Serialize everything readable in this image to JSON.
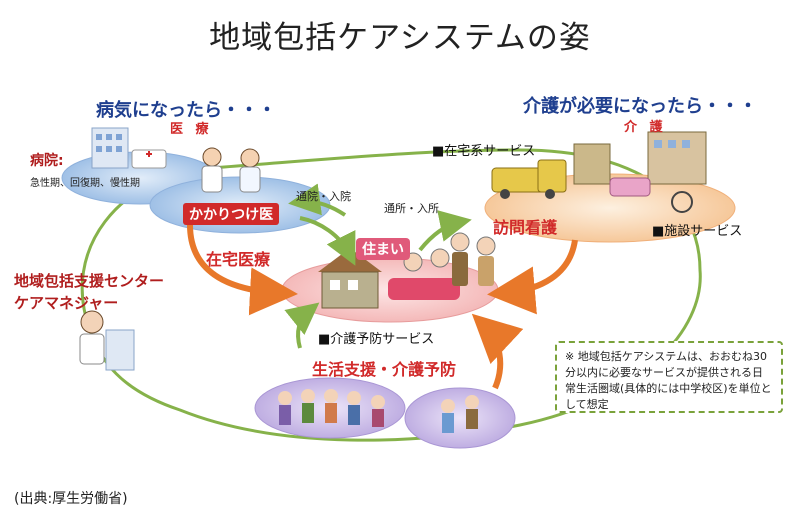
{
  "title": "地域包括ケアシステムの姿",
  "medical": {
    "heading": "病気になったら・・・",
    "category": "医 療",
    "hospital": "病院:",
    "hospital_types": "急性期、回復期、慢性期",
    "clinic": "かかりつけ医"
  },
  "care": {
    "heading": "介護が必要になったら・・・",
    "category": "介 護",
    "home_services": "■在宅系サービス",
    "visiting_nurse": "訪問看護",
    "facility_services": "■施設サービス"
  },
  "home": {
    "label": "住まい",
    "home_medical": "在宅医療",
    "commute_hospital": "通院・入院",
    "commute_facility": "通所・入所"
  },
  "prevention": {
    "service": "■介護予防サービス",
    "label": "生活支援・介護予防"
  },
  "center": {
    "line1": "地域包括支援センター",
    "line2": "ケアマネジャー"
  },
  "note": "※ 地域包括ケアシステムは、おおむね30分以内に必要なサービスが提供される日常生活圏域(具体的には中学校区)を単位として想定",
  "source": "(出典:厚生労働省)",
  "colors": {
    "green": "#86b24a",
    "orange": "#e8782a",
    "pink": "#f9d6d6",
    "blue_ellipse": "#c9dcf2",
    "peach_ellipse": "#fbe3c8",
    "purple_ellipse": "#d9cdef",
    "red_text": "#d12a2a",
    "blue_text": "#1f3f8f"
  }
}
